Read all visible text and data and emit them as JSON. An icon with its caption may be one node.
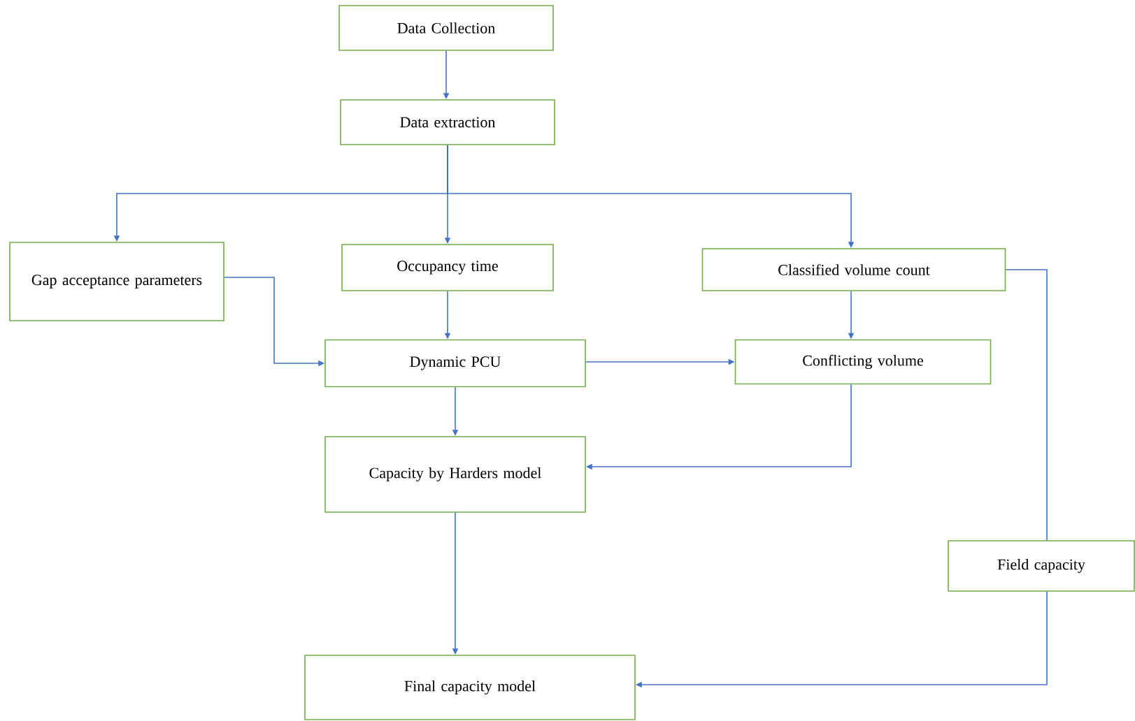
{
  "diagram": {
    "nodes": [
      {
        "text": [
          "Data Collection"
        ]
      },
      {
        "text": [
          "Data extraction"
        ]
      },
      {
        "text": [
          "Gap acceptance parameters"
        ]
      },
      {
        "text": [
          "Occupancy time"
        ]
      },
      {
        "text": [
          "Classified volume count"
        ]
      },
      {
        "text": [
          "Dynamic PCU"
        ]
      },
      {
        "text": [
          "Conflicting volume"
        ]
      },
      {
        "text": [
          "Capacity by Harders model"
        ]
      },
      {
        "text": [
          "Field capacity"
        ]
      },
      {
        "text": [
          "Final capacity model"
        ]
      }
    ],
    "edges": [
      {
        "from": 0,
        "to": 1,
        "arrow": "to"
      },
      {
        "from": 1,
        "to": 2,
        "arrow": "to"
      },
      {
        "from": 1,
        "to": 3,
        "arrow": "to"
      },
      {
        "from": 1,
        "to": 4,
        "arrow": "to"
      },
      {
        "from": 2,
        "to": 5,
        "arrow": "to"
      },
      {
        "from": 3,
        "to": 5,
        "arrow": "to"
      },
      {
        "from": 4,
        "to": 6,
        "arrow": "to"
      },
      {
        "from": 5,
        "to": 6,
        "arrow": "to"
      },
      {
        "from": 5,
        "to": 7,
        "arrow": "to"
      },
      {
        "from": 6,
        "to": 7,
        "arrow": "to"
      },
      {
        "from": 4,
        "to": 8,
        "arrow": "none"
      },
      {
        "from": 7,
        "to": 9,
        "arrow": "to"
      },
      {
        "from": 8,
        "to": 9,
        "arrow": "to"
      }
    ]
  }
}
